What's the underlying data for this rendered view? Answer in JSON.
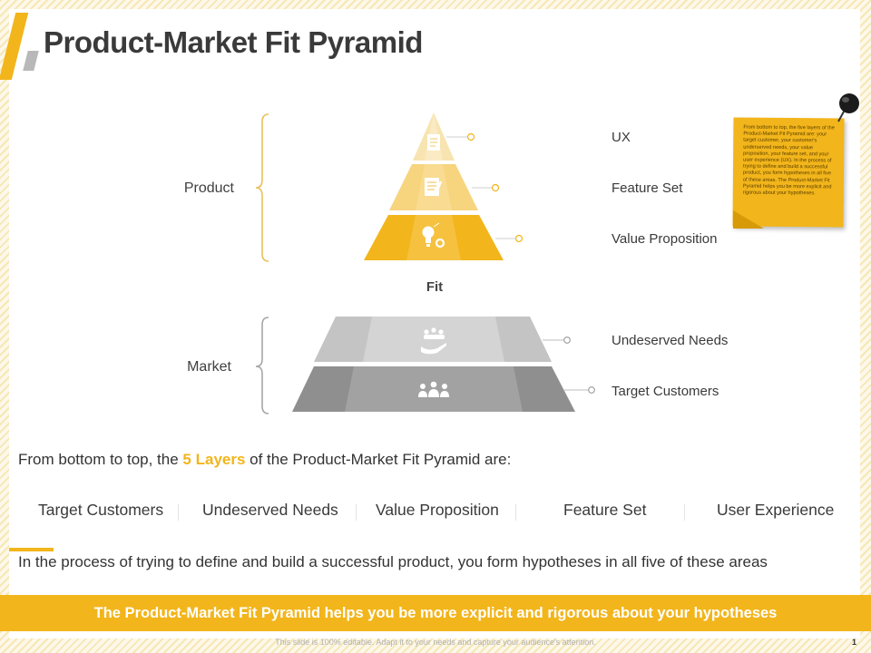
{
  "title": "Product-Market Fit Pyramid",
  "groups": {
    "product": "Product",
    "market": "Market",
    "fit": "Fit"
  },
  "pyramid_layers": [
    {
      "label": "UX",
      "icon": "document-icon",
      "color": "#f8e4b0"
    },
    {
      "label": "Feature Set",
      "icon": "checklist-pen-icon",
      "color": "#f7d47e"
    },
    {
      "label": "Value Proposition",
      "icon": "lightbulb-gear-icon",
      "color": "#f2b51b"
    },
    {
      "label": "Undeserved Needs",
      "icon": "hand-people-icon",
      "color": "#c4c4c4"
    },
    {
      "label": "Target Customers",
      "icon": "people-group-icon",
      "color": "#8f8f8f"
    }
  ],
  "note": {
    "text": "From bottom to top, the five layers of the Product-Market Fit Pyramid are: your target customer, your customer's underserved needs, your value proposition, your feature set, and your user experience (UX). In the process of trying to define and build a successful product, you form hypotheses in all five of these areas. The Product-Market Fit Pyramid helps you be more explicit and rigorous about your hypotheses."
  },
  "intro": {
    "before": "From bottom to top, the ",
    "highlight": "5 Layers",
    "after": " of the Product-Market Fit Pyramid are:"
  },
  "layer_list": [
    "Target Customers",
    "Undeserved Needs",
    "Value Proposition",
    "Feature Set",
    "User Experience"
  ],
  "process_text": "In the process of trying to define and build a successful product, you form hypotheses in all five of these areas",
  "banner": "The Product-Market Fit Pyramid helps you be more explicit and rigorous about your hypotheses",
  "footer": "This slide is 100% editable. Adapt it to your needs and capture your audience's attention.",
  "page_number": "1",
  "colors": {
    "accent": "#f2b51b",
    "dark_grey": "#8f8f8f",
    "light_grey": "#c4c4c4"
  }
}
